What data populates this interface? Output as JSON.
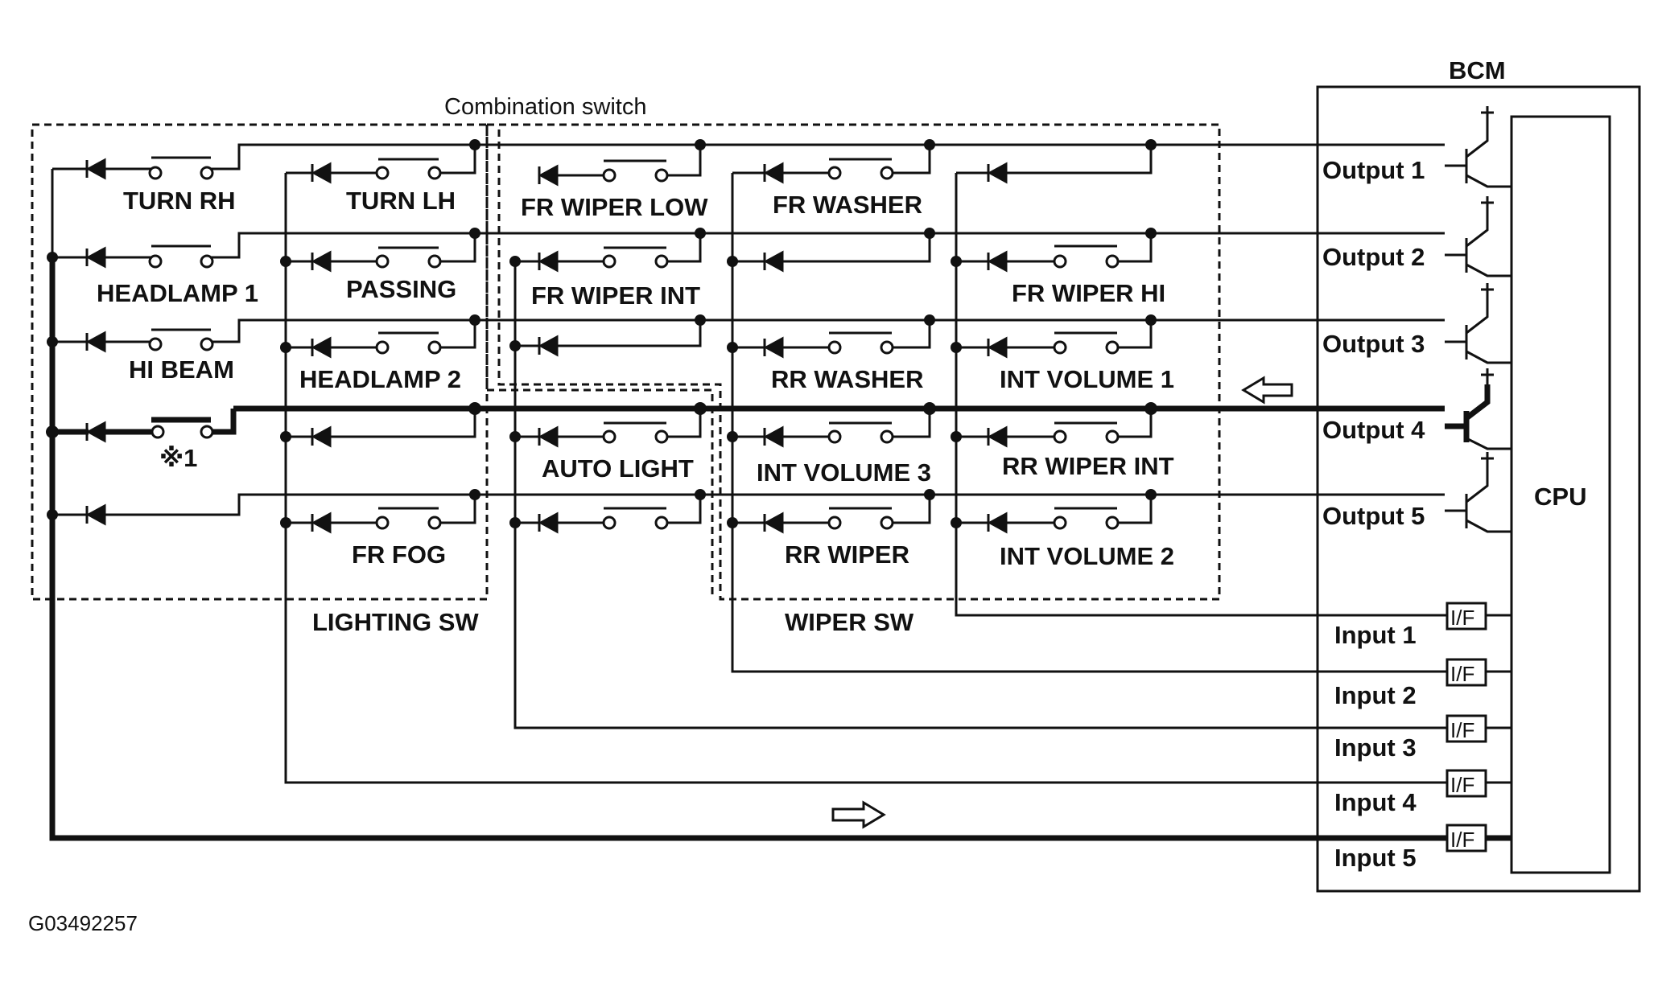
{
  "diagram": {
    "combination_switch_label": "Combination switch",
    "bcm_label": "BCM",
    "cpu_label": "CPU",
    "lighting_sw_label": "LIGHTING SW",
    "wiper_sw_label": "WIPER SW",
    "figure_code": "G03492257",
    "note_mark": "※1",
    "if_label": "I/F",
    "outputs": [
      "Output 1",
      "Output 2",
      "Output 3",
      "Output 4",
      "Output 5"
    ],
    "inputs": [
      "Input 1",
      "Input 2",
      "Input 3",
      "Input 4",
      "Input 5"
    ],
    "switches": {
      "turn_rh": "TURN RH",
      "turn_lh": "TURN LH",
      "headlamp_1": "HEADLAMP 1",
      "passing": "PASSING",
      "hi_beam": "HI BEAM",
      "headlamp_2": "HEADLAMP 2",
      "fr_fog": "FR FOG",
      "fr_wiper_low": "FR WIPER LOW",
      "fr_washer": "FR WASHER",
      "fr_wiper_int": "FR WIPER INT",
      "fr_wiper_hi": "FR WIPER HI",
      "rr_washer": "RR WASHER",
      "int_volume_1": "INT VOLUME 1",
      "auto_light": "AUTO LIGHT",
      "int_volume_3": "INT VOLUME 3",
      "rr_wiper_int": "RR WIPER INT",
      "rr_wiper": "RR WIPER",
      "int_volume_2": "INT VOLUME 2"
    },
    "colors": {
      "line": "#111111",
      "background": "#ffffff"
    }
  }
}
